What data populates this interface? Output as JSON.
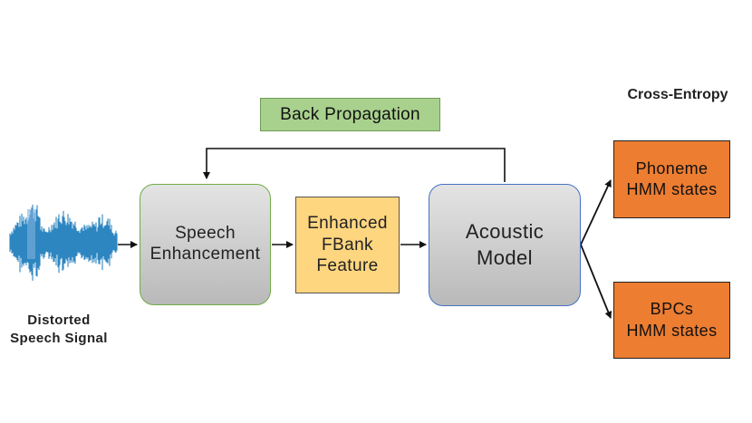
{
  "diagram": {
    "back_propagation": "Back Propagation",
    "speech_enhancement": "Speech\nEnhancement",
    "fbank_feature": "Enhanced\nFBank\nFeature",
    "acoustic_model": "Acoustic\nModel",
    "phoneme_states": "Phoneme\nHMM states",
    "bpc_states": "BPCs\nHMM states",
    "cross_entropy": "Cross-Entropy",
    "input_signal": "Distorted\nSpeech Signal"
  },
  "colors": {
    "backprop_fill": "#a9d18e",
    "feature_fill": "#ffd680",
    "output_fill": "#ed7d31",
    "waveform": "#2e86c1",
    "enhancement_border": "#70ad47",
    "acoustic_border": "#4472c4"
  }
}
